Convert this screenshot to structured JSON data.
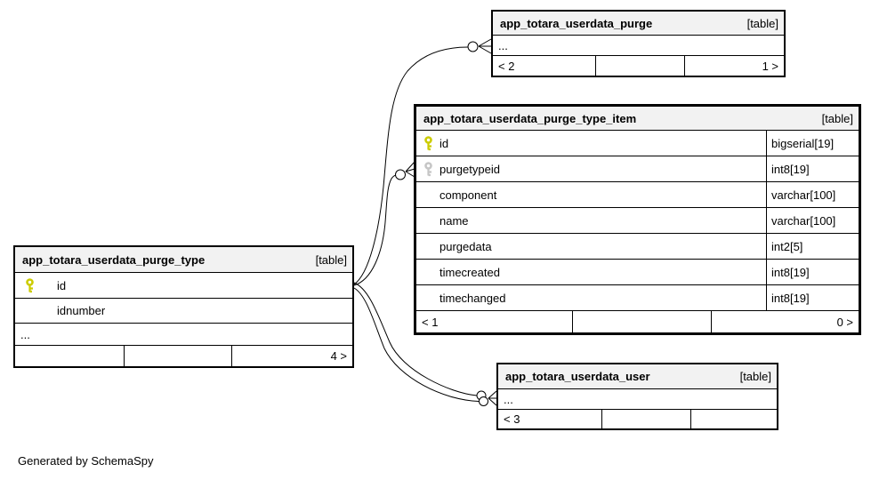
{
  "diagram_title": "SchemaSpy relationship diagram",
  "note": "Generated by SchemaSpy",
  "colors": {
    "background": "#ffffff",
    "table_header_bg": "#f2f2f2",
    "border": "#000000",
    "primary_key_icon": "#cccc00",
    "foreign_key_icon": "#c6c6c6"
  },
  "tables": {
    "purge": {
      "name": "app_totara_userdata_purge",
      "badge": "[table]",
      "rows": [
        {
          "name": "..."
        }
      ],
      "footer": {
        "left": "< 2",
        "mid": "",
        "right": "1 >"
      }
    },
    "purge_type_item": {
      "name": "app_totara_userdata_purge_type_item",
      "badge": "[table]",
      "columns": [
        {
          "name": "id",
          "type": "bigserial[19]",
          "key": "primary-key-icon"
        },
        {
          "name": "purgetypeid",
          "type": "int8[19]",
          "key": "foreign-key-icon"
        },
        {
          "name": "component",
          "type": "varchar[100]",
          "key": ""
        },
        {
          "name": "name",
          "type": "varchar[100]",
          "key": ""
        },
        {
          "name": "purgedata",
          "type": "int2[5]",
          "key": ""
        },
        {
          "name": "timecreated",
          "type": "int8[19]",
          "key": ""
        },
        {
          "name": "timechanged",
          "type": "int8[19]",
          "key": ""
        }
      ],
      "footer": {
        "left": "< 1",
        "mid": "",
        "right": "0 >"
      }
    },
    "purge_type": {
      "name": "app_totara_userdata_purge_type",
      "badge": "[table]",
      "columns": [
        {
          "name": "id",
          "key": "primary-key-icon"
        },
        {
          "name": "idnumber",
          "key": ""
        }
      ],
      "dots": "...",
      "footer": {
        "left": "",
        "mid": "",
        "right": "4 >"
      }
    },
    "user": {
      "name": "app_totara_userdata_user",
      "badge": "[table]",
      "rows": [
        {
          "name": "..."
        }
      ],
      "footer": {
        "left": "< 3",
        "mid": "",
        "right": ""
      }
    }
  },
  "relationships": [
    {
      "from_table": "app_totara_userdata_purge_type",
      "from_column": "id",
      "to_table": "app_totara_userdata_purge",
      "to_column": "...",
      "cardinality": "zero-or-many"
    },
    {
      "from_table": "app_totara_userdata_purge_type",
      "from_column": "id",
      "to_table": "app_totara_userdata_purge_type_item",
      "to_column": "purgetypeid",
      "cardinality": "zero-or-many"
    },
    {
      "from_table": "app_totara_userdata_purge_type",
      "from_column": "id",
      "to_table": "app_totara_userdata_user",
      "to_column": "...",
      "cardinality": "zero-or-many"
    },
    {
      "from_table": "app_totara_userdata_purge_type",
      "from_column": "id",
      "to_table": "app_totara_userdata_user",
      "to_column": "...",
      "cardinality": "zero-or-many"
    }
  ]
}
